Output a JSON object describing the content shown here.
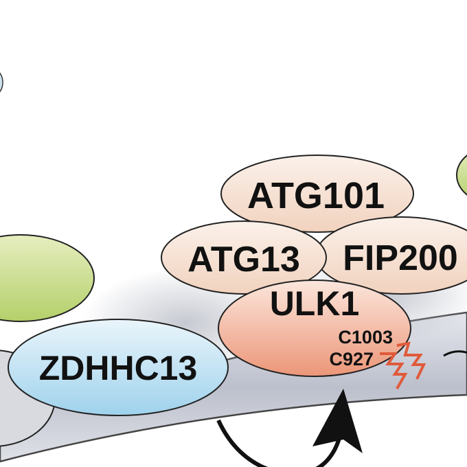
{
  "proteins": {
    "atg101": "ATG101",
    "atg13": "ATG13",
    "fip200": "FIP200",
    "ulk1": "ULK1",
    "zdhhc13": "ZDHHC13"
  },
  "sites": {
    "c1003": "C1003",
    "c927": "C927"
  },
  "colors": {
    "membrane": "#c9ccd6",
    "ulk1": "#f0a890",
    "complex": "#f6e2d4",
    "zdhhc13": "#bfe0f0",
    "green": "#c8dc8c",
    "palmitoyl": "#e05a3a"
  }
}
